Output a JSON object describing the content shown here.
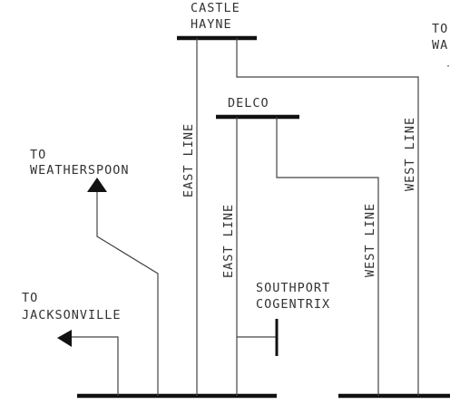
{
  "labels": {
    "castle": "CASTLE",
    "hayne": "HAYNE",
    "to_top_right": "TO",
    "top_right_partial": "WA",
    "delco": "DELCO",
    "to_weatherspoon": "TO",
    "weatherspoon": "WEATHERSPOON",
    "to_jacksonville": "TO",
    "jacksonville": "JACKSONVILLE",
    "southport": "SOUTHPORT",
    "cogentrix": "COGENTRIX",
    "east_line_1": "EAST LINE",
    "east_line_2": "EAST LINE",
    "west_line_1": "WEST LINE",
    "west_line_2": "WEST LINE"
  }
}
